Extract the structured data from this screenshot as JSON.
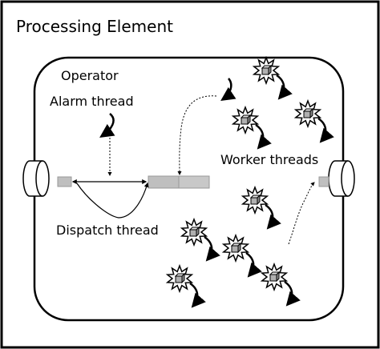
{
  "diagram": {
    "title": "Processing Element",
    "container_label": "Operator",
    "labels": {
      "alarm": "Alarm thread",
      "dispatch": "Dispatch thread",
      "workers": "Worker threads"
    }
  },
  "icons": {
    "thread": "spiky-burst-cube-icon",
    "port": "cylinder-port-icon",
    "flow": "curved-arrow-icon"
  },
  "colors": {
    "stroke": "#000000",
    "cube_face": "#b0b0b0",
    "cube_top": "#e2e2e2",
    "cube_side": "#8a8a8a",
    "queue_fill": "#bfbfbf",
    "burst_fill": "#ffffff"
  }
}
